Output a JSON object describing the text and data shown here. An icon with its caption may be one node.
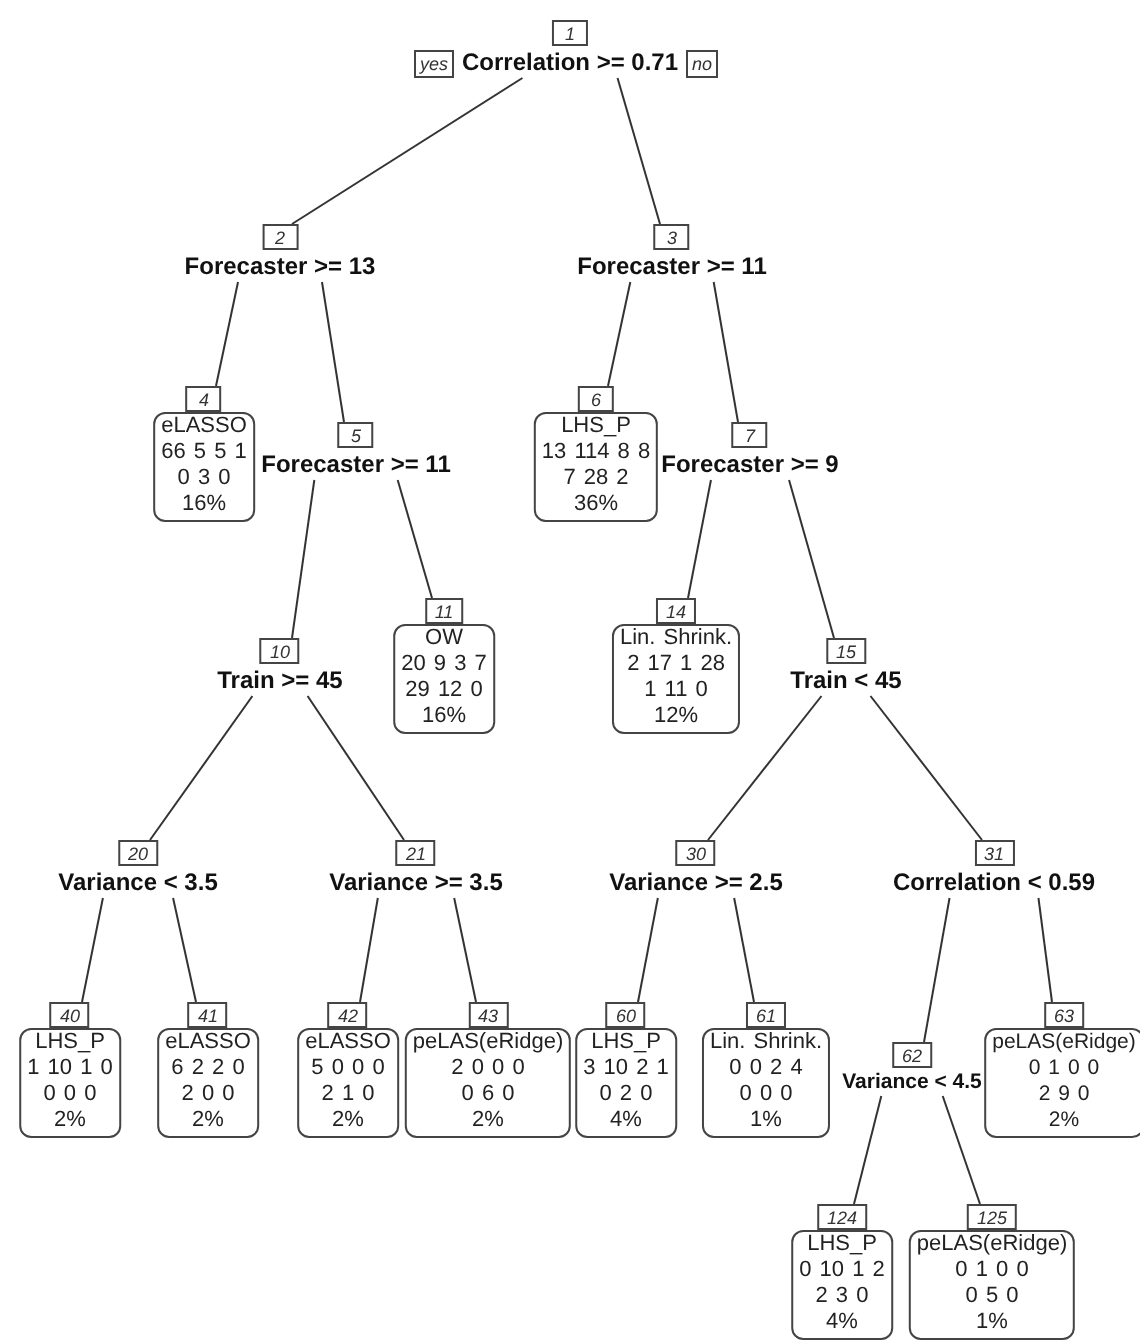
{
  "diagram": {
    "nodes": [
      {
        "text": [
          "1",
          "Correlation >= 0.71"
        ],
        "beside": [
          "yes",
          "no"
        ]
      },
      {
        "text": [
          "2",
          "Forecaster >= 13"
        ]
      },
      {
        "text": [
          "3",
          "Forecaster >= 11"
        ]
      },
      {
        "text": [
          "4",
          "eLASSO",
          "66 5 5 1",
          "0 3 0",
          "16%"
        ]
      },
      {
        "text": [
          "5",
          "Forecaster >= 11"
        ]
      },
      {
        "text": [
          "6",
          "LHS_P",
          "13 114 8 8",
          "7 28 2",
          "36%"
        ]
      },
      {
        "text": [
          "7",
          "Forecaster >= 9"
        ]
      },
      {
        "text": [
          "10",
          "Train >= 45"
        ]
      },
      {
        "text": [
          "11",
          "OW",
          "20 9 3 7",
          "29 12 0",
          "16%"
        ]
      },
      {
        "text": [
          "14",
          "Lin. Shrink.",
          "2 17 1 28",
          "1 11 0",
          "12%"
        ]
      },
      {
        "text": [
          "15",
          "Train < 45"
        ]
      },
      {
        "text": [
          "20",
          "Variance < 3.5"
        ]
      },
      {
        "text": [
          "21",
          "Variance >= 3.5"
        ]
      },
      {
        "text": [
          "30",
          "Variance >= 2.5"
        ]
      },
      {
        "text": [
          "31",
          "Correlation < 0.59"
        ]
      },
      {
        "text": [
          "40",
          "LHS_P",
          "1 10 1 0",
          "0 0 0",
          "2%"
        ]
      },
      {
        "text": [
          "41",
          "eLASSO",
          "6 2 2 0",
          "2 0 0",
          "2%"
        ]
      },
      {
        "text": [
          "42",
          "eLASSO",
          "5 0 0 0",
          "2 1 0",
          "2%"
        ]
      },
      {
        "text": [
          "43",
          "peLAS(eRidge)",
          "2 0 0 0",
          "0 6 0",
          "2%"
        ]
      },
      {
        "text": [
          "60",
          "LHS_P",
          "3 10 2 1",
          "0 2 0",
          "4%"
        ]
      },
      {
        "text": [
          "61",
          "Lin. Shrink.",
          "0 0 2 4",
          "0 0 0",
          "1%"
        ]
      },
      {
        "text": [
          "62",
          "Variance < 4.5"
        ]
      },
      {
        "text": [
          "63",
          "peLAS(eRidge)",
          "0 1 0 0",
          "2 9 0",
          "2%"
        ]
      },
      {
        "text": [
          "124",
          "LHS_P",
          "0 10 1 2",
          "2 3 0",
          "4%"
        ]
      },
      {
        "text": [
          "125",
          "peLAS(eRidge)",
          "0 1 0 0",
          "0 5 0",
          "1%"
        ]
      }
    ],
    "edges": [
      {
        "from": 0,
        "to": 1,
        "arrow": "none"
      },
      {
        "from": 0,
        "to": 2,
        "arrow": "none"
      },
      {
        "from": 1,
        "to": 3,
        "arrow": "none"
      },
      {
        "from": 1,
        "to": 4,
        "arrow": "none"
      },
      {
        "from": 2,
        "to": 5,
        "arrow": "none"
      },
      {
        "from": 2,
        "to": 6,
        "arrow": "none"
      },
      {
        "from": 4,
        "to": 7,
        "arrow": "none"
      },
      {
        "from": 4,
        "to": 8,
        "arrow": "none"
      },
      {
        "from": 6,
        "to": 9,
        "arrow": "none"
      },
      {
        "from": 6,
        "to": 10,
        "arrow": "none"
      },
      {
        "from": 7,
        "to": 11,
        "arrow": "none"
      },
      {
        "from": 7,
        "to": 12,
        "arrow": "none"
      },
      {
        "from": 10,
        "to": 13,
        "arrow": "none"
      },
      {
        "from": 10,
        "to": 14,
        "arrow": "none"
      },
      {
        "from": 11,
        "to": 15,
        "arrow": "none"
      },
      {
        "from": 11,
        "to": 16,
        "arrow": "none"
      },
      {
        "from": 12,
        "to": 17,
        "arrow": "none"
      },
      {
        "from": 12,
        "to": 18,
        "arrow": "none"
      },
      {
        "from": 13,
        "to": 19,
        "arrow": "none"
      },
      {
        "from": 13,
        "to": 20,
        "arrow": "none"
      },
      {
        "from": 14,
        "to": 21,
        "arrow": "none"
      },
      {
        "from": 14,
        "to": 22,
        "arrow": "none"
      },
      {
        "from": 21,
        "to": 23,
        "arrow": "none"
      },
      {
        "from": 21,
        "to": 24,
        "arrow": "none"
      }
    ]
  }
}
